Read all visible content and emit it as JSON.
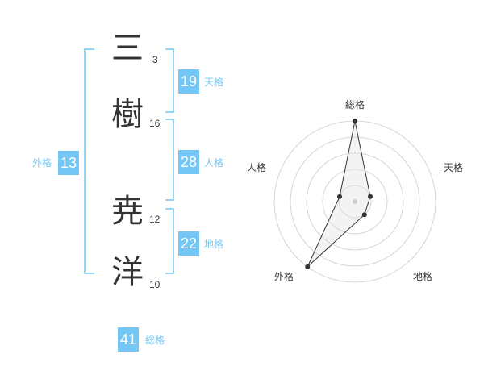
{
  "name": {
    "chars": [
      {
        "char": "三",
        "strokes": "3"
      },
      {
        "char": "樹",
        "strokes": "16"
      },
      {
        "char": "尭",
        "strokes": "12"
      },
      {
        "char": "洋",
        "strokes": "10"
      }
    ]
  },
  "fortunes": {
    "tenkaku": {
      "value": "19",
      "label": "天格"
    },
    "jinkaku": {
      "value": "28",
      "label": "人格"
    },
    "chikaku": {
      "value": "22",
      "label": "地格"
    },
    "gaikaku": {
      "value": "13",
      "label": "外格"
    },
    "soukaku": {
      "value": "41",
      "label": "総格"
    }
  },
  "colors": {
    "accent": "#74c7f5",
    "text": "#333333",
    "grid": "#cccccc"
  },
  "radar": {
    "axes": [
      "総格",
      "天格",
      "地格",
      "外格",
      "人格"
    ],
    "values": [
      5,
      1,
      1,
      5,
      1
    ],
    "max": 5
  }
}
